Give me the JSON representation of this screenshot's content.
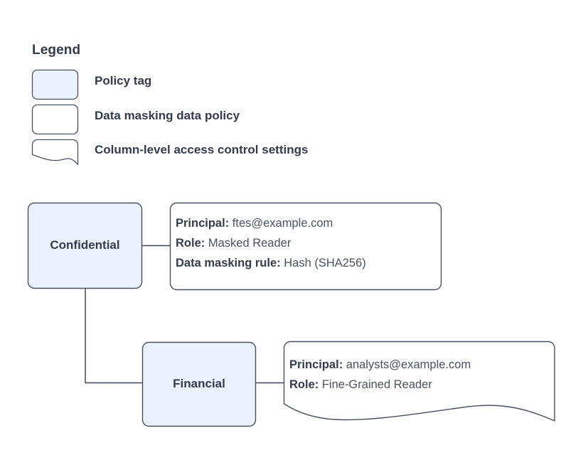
{
  "theme": {
    "node_fill": "#eaf2fd",
    "card_fill": "#ffffff",
    "stroke": "#4a5160",
    "text": "#333b4d",
    "value_text": "#4a5160",
    "background": "#ffffff"
  },
  "legend": {
    "title": "Legend",
    "items": [
      {
        "label": "Policy tag",
        "swatch": "rounded-rect-filled"
      },
      {
        "label": "Data masking data policy",
        "swatch": "rounded-rect-outline"
      },
      {
        "label": "Column-level access control settings",
        "swatch": "document-wave-outline"
      }
    ]
  },
  "diagram": {
    "nodes": [
      {
        "id": "confidential",
        "label": "Confidential",
        "shape": "rounded-rect-filled"
      },
      {
        "id": "financial",
        "label": "Financial",
        "shape": "rounded-rect-filled"
      }
    ],
    "cards": [
      {
        "id": "confidential-policy",
        "shape": "rounded-rect-outline",
        "rows": [
          {
            "key": "Principal:",
            "value": "ftes@example.com"
          },
          {
            "key": "Role:",
            "value": "Masked Reader"
          },
          {
            "key": "Data masking rule:",
            "value": "Hash (SHA256)"
          }
        ]
      },
      {
        "id": "financial-access",
        "shape": "document-wave-outline",
        "rows": [
          {
            "key": "Principal:",
            "value": "analysts@example.com"
          },
          {
            "key": "Role:",
            "value": "Fine-Grained Reader"
          }
        ]
      }
    ],
    "connectors": [
      {
        "from": "confidential",
        "to": "confidential-policy",
        "style": "straight"
      },
      {
        "from": "confidential",
        "to": "financial",
        "style": "elbow"
      },
      {
        "from": "financial",
        "to": "financial-access",
        "style": "straight"
      }
    ]
  }
}
